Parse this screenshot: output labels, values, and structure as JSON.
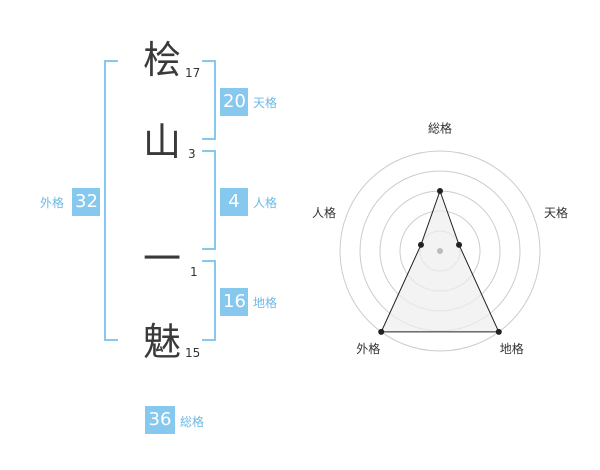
{
  "name_chars": [
    {
      "char": "桧",
      "strokes": "17"
    },
    {
      "char": "山",
      "strokes": "3"
    },
    {
      "char": "一",
      "strokes": "1"
    },
    {
      "char": "魅",
      "strokes": "15"
    }
  ],
  "scores": {
    "tenkaku": {
      "value": "20",
      "label": "天格"
    },
    "jinkaku": {
      "value": "4",
      "label": "人格"
    },
    "chikaku": {
      "value": "16",
      "label": "地格"
    },
    "gaikaku": {
      "value": "32",
      "label": "外格"
    },
    "soukaku": {
      "value": "36",
      "label": "総格"
    }
  },
  "radar": {
    "axes": [
      "総格",
      "天格",
      "地格",
      "外格",
      "人格"
    ],
    "levels": 5,
    "values": [
      3,
      1,
      5,
      5,
      1
    ],
    "max": 5,
    "colors": {
      "grid": "#cccccc",
      "fill": "#eeeeee",
      "line": "#222222",
      "center": "#bbbbbb"
    }
  }
}
